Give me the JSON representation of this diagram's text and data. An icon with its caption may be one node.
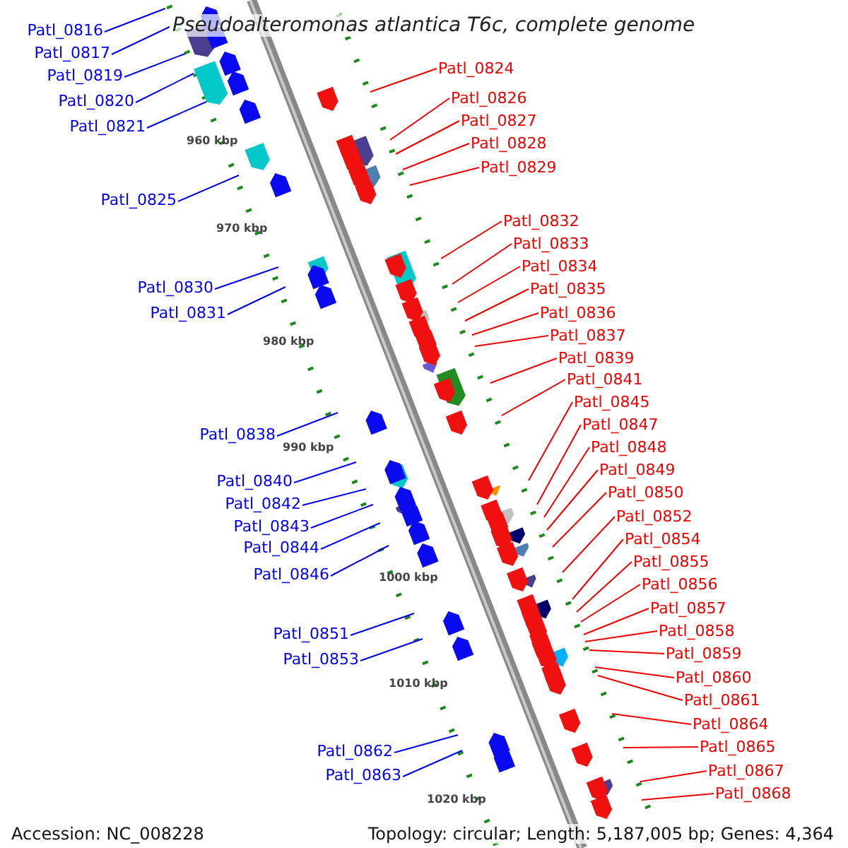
{
  "diagram": {
    "title": "Pseudoalteromonas atlantica T6c, complete genome",
    "nodes": [
      {
        "text": [
          "Patl_0816"
        ]
      },
      {
        "text": [
          "Patl_0817"
        ]
      },
      {
        "text": [
          "Patl_0824"
        ]
      },
      {
        "text": [
          "Patl_0819"
        ]
      },
      {
        "text": [
          "Patl_0826"
        ]
      },
      {
        "text": [
          "Patl_0820"
        ]
      },
      {
        "text": [
          "Patl_0827"
        ]
      },
      {
        "text": [
          "Patl_0821"
        ]
      },
      {
        "text": [
          "Patl_0828"
        ]
      },
      {
        "text": [
          "Patl_0829"
        ]
      },
      {
        "text": [
          "Patl_0825"
        ]
      },
      {
        "text": [
          "Patl_0832"
        ]
      },
      {
        "text": [
          "Patl_0833"
        ]
      },
      {
        "text": [
          "Patl_0834"
        ]
      },
      {
        "text": [
          "Patl_0830"
        ]
      },
      {
        "text": [
          "Patl_0835"
        ]
      },
      {
        "text": [
          "Patl_0831"
        ]
      },
      {
        "text": [
          "Patl_0836"
        ]
      },
      {
        "text": [
          "Patl_0837"
        ]
      },
      {
        "text": [
          "Patl_0839"
        ]
      },
      {
        "text": [
          "Patl_0841"
        ]
      },
      {
        "text": [
          "Patl_0845"
        ]
      },
      {
        "text": [
          "Patl_0847"
        ]
      },
      {
        "text": [
          "Patl_0838"
        ]
      },
      {
        "text": [
          "Patl_0848"
        ]
      },
      {
        "text": [
          "Patl_0849"
        ]
      },
      {
        "text": [
          "Patl_0840"
        ]
      },
      {
        "text": [
          "Patl_0850"
        ]
      },
      {
        "text": [
          "Patl_0842"
        ]
      },
      {
        "text": [
          "Patl_0852"
        ]
      },
      {
        "text": [
          "Patl_0843"
        ]
      },
      {
        "text": [
          "Patl_0854"
        ]
      },
      {
        "text": [
          "Patl_0844"
        ]
      },
      {
        "text": [
          "Patl_0855"
        ]
      },
      {
        "text": [
          "Patl_0846"
        ]
      },
      {
        "text": [
          "Patl_0856"
        ]
      },
      {
        "text": [
          "Patl_0857"
        ]
      },
      {
        "text": [
          "Patl_0858"
        ]
      },
      {
        "text": [
          "Patl_0851"
        ]
      },
      {
        "text": [
          "Patl_0859"
        ]
      },
      {
        "text": [
          "Patl_0853"
        ]
      },
      {
        "text": [
          "Patl_0860"
        ]
      },
      {
        "text": [
          "Patl_0861"
        ]
      },
      {
        "text": [
          "Patl_0864"
        ]
      },
      {
        "text": [
          "Patl_0865"
        ]
      },
      {
        "text": [
          "Patl_0862"
        ]
      },
      {
        "text": [
          "Patl_0867"
        ]
      },
      {
        "text": [
          "Patl_0863"
        ]
      },
      {
        "text": [
          "Patl_0868"
        ]
      }
    ],
    "edges": [
      {
        "from": 0,
        "to": null,
        "arrow": "none",
        "color": "#0000ee"
      },
      {
        "from": 1,
        "to": null,
        "arrow": "none",
        "color": "#0000ee"
      },
      {
        "from": 2,
        "to": null,
        "arrow": "none"
      },
      {
        "from": 3,
        "to": null,
        "arrow": "none",
        "color": "#0000ee"
      },
      {
        "from": 4,
        "to": null,
        "arrow": "none"
      },
      {
        "from": 5,
        "to": null,
        "arrow": "none",
        "color": "#0000ee"
      },
      {
        "from": 6,
        "to": null,
        "arrow": "none"
      },
      {
        "from": 7,
        "to": null,
        "arrow": "none",
        "color": "#0000ee"
      },
      {
        "from": 8,
        "to": null,
        "arrow": "none"
      },
      {
        "from": 9,
        "to": null,
        "arrow": "none"
      },
      {
        "from": 10,
        "to": null,
        "arrow": "none",
        "color": "#0000ee"
      },
      {
        "from": 11,
        "to": null,
        "arrow": "none"
      },
      {
        "from": 12,
        "to": null,
        "arrow": "none"
      },
      {
        "from": 13,
        "to": null,
        "arrow": "none"
      },
      {
        "from": 14,
        "to": null,
        "arrow": "none",
        "color": "#0000ee"
      },
      {
        "from": 15,
        "to": null,
        "arrow": "none"
      },
      {
        "from": 16,
        "to": null,
        "arrow": "none",
        "color": "#0000ee"
      },
      {
        "from": 17,
        "to": null,
        "arrow": "none"
      },
      {
        "from": 18,
        "to": null,
        "arrow": "none"
      },
      {
        "from": 19,
        "to": null,
        "arrow": "none"
      },
      {
        "from": 20,
        "to": null,
        "arrow": "none"
      },
      {
        "from": 21,
        "to": null,
        "arrow": "none"
      },
      {
        "from": 22,
        "to": null,
        "arrow": "none"
      },
      {
        "from": 23,
        "to": null,
        "arrow": "none",
        "color": "#0000ee"
      },
      {
        "from": 24,
        "to": null,
        "arrow": "none"
      },
      {
        "from": 25,
        "to": null,
        "arrow": "none"
      },
      {
        "from": 26,
        "to": null,
        "arrow": "none",
        "color": "#0000ee"
      },
      {
        "from": 27,
        "to": null,
        "arrow": "none"
      },
      {
        "from": 28,
        "to": null,
        "arrow": "none",
        "color": "#0000ee"
      },
      {
        "from": 29,
        "to": null,
        "arrow": "none"
      },
      {
        "from": 30,
        "to": null,
        "arrow": "none",
        "color": "#0000ee"
      },
      {
        "from": 31,
        "to": null,
        "arrow": "none"
      },
      {
        "from": 32,
        "to": null,
        "arrow": "none",
        "color": "#0000ee"
      },
      {
        "from": 33,
        "to": null,
        "arrow": "none"
      },
      {
        "from": 34,
        "to": null,
        "arrow": "none",
        "color": "#0000ee"
      },
      {
        "from": 35,
        "to": null,
        "arrow": "none"
      },
      {
        "from": 36,
        "to": null,
        "arrow": "none"
      },
      {
        "from": 37,
        "to": null,
        "arrow": "none"
      },
      {
        "from": 38,
        "to": null,
        "arrow": "none",
        "color": "#0000ee"
      },
      {
        "from": 39,
        "to": null,
        "arrow": "none"
      },
      {
        "from": 40,
        "to": null,
        "arrow": "none",
        "color": "#0000ee"
      },
      {
        "from": 41,
        "to": null,
        "arrow": "none"
      },
      {
        "from": 42,
        "to": null,
        "arrow": "none"
      },
      {
        "from": 43,
        "to": null,
        "arrow": "none"
      },
      {
        "from": 44,
        "to": null,
        "arrow": "none"
      },
      {
        "from": 45,
        "to": null,
        "arrow": "none",
        "color": "#0000ee"
      },
      {
        "from": 46,
        "to": null,
        "arrow": "none"
      },
      {
        "from": 47,
        "to": null,
        "arrow": "none",
        "color": "#0000ee"
      },
      {
        "from": 48,
        "to": null,
        "arrow": "none"
      }
    ],
    "labels": [
      "960 kbp",
      "970 kbp",
      "980 kbp",
      "990 kbp",
      "1000 kbp",
      "1010 kbp",
      "1020 kbp",
      "Accession: NC_008228",
      "Topology: circular; Length: 5,187,005 bp; Genes: 4,364"
    ]
  }
}
